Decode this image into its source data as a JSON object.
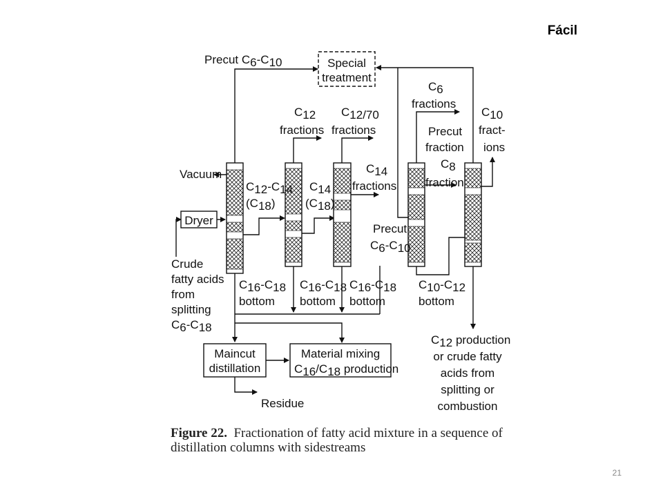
{
  "slide": {
    "tag": "Fácil",
    "page_number": "21"
  },
  "caption": {
    "figure_label": "Figure 22.",
    "text": "Fractionation of fatty acid mixture in a sequence of distillation columns with sidestreams"
  },
  "diagram": {
    "boxes": {
      "special_treatment": [
        "Special",
        "treatment"
      ],
      "dryer": "Dryer",
      "maincut": [
        "Maincut",
        "distillation"
      ],
      "material_mixing": "Material mixing"
    },
    "labels": {
      "vacuum": "Vacuum",
      "crude_feed": [
        "Crude",
        "fatty acids",
        "from",
        "splitting"
      ],
      "precut_top": "Precut C",
      "c12_c14": "C",
      "c18": "(C",
      "c14": "C",
      "c18b": "(C",
      "c12_fractions": "fractions",
      "c1270_fractions": "fractions",
      "c14_fractions": "fractions",
      "c6_fractions": "fractions",
      "precut_fraction": [
        "Precut",
        "fraction"
      ],
      "c8_fraction": "fraction",
      "c10_fractions": [
        "fract-",
        "ions"
      ],
      "precut_mid": "Precut",
      "bottom": "bottom",
      "residue": "Residue",
      "c12_production": [
        "production",
        "or crude fatty",
        "acids from",
        "splitting or",
        "combustion"
      ],
      "production": "production"
    }
  }
}
